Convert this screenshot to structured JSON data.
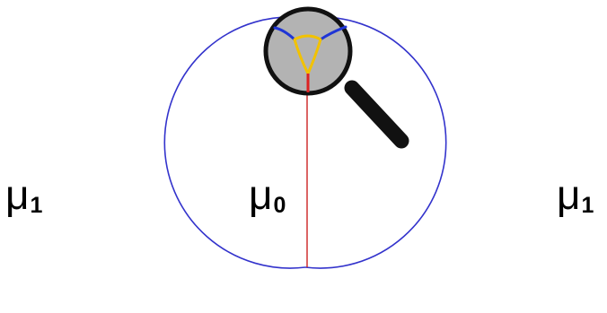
{
  "labels": {
    "left": {
      "symbol": "μ",
      "subscript": "1"
    },
    "center": {
      "symbol": "μ",
      "subscript": "0"
    },
    "right": {
      "symbol": "μ",
      "subscript": "1"
    }
  },
  "colors": {
    "outer_boundary": "#3333cc",
    "interface": "#cc2222",
    "lens_rim": "#111111",
    "lens_fill": "#b3b3b3",
    "magnified_inner_film": "#f2c200",
    "magnified_outer_film": "#1f35d6",
    "magnified_interface": "#dd2222",
    "handle": "#111111"
  }
}
